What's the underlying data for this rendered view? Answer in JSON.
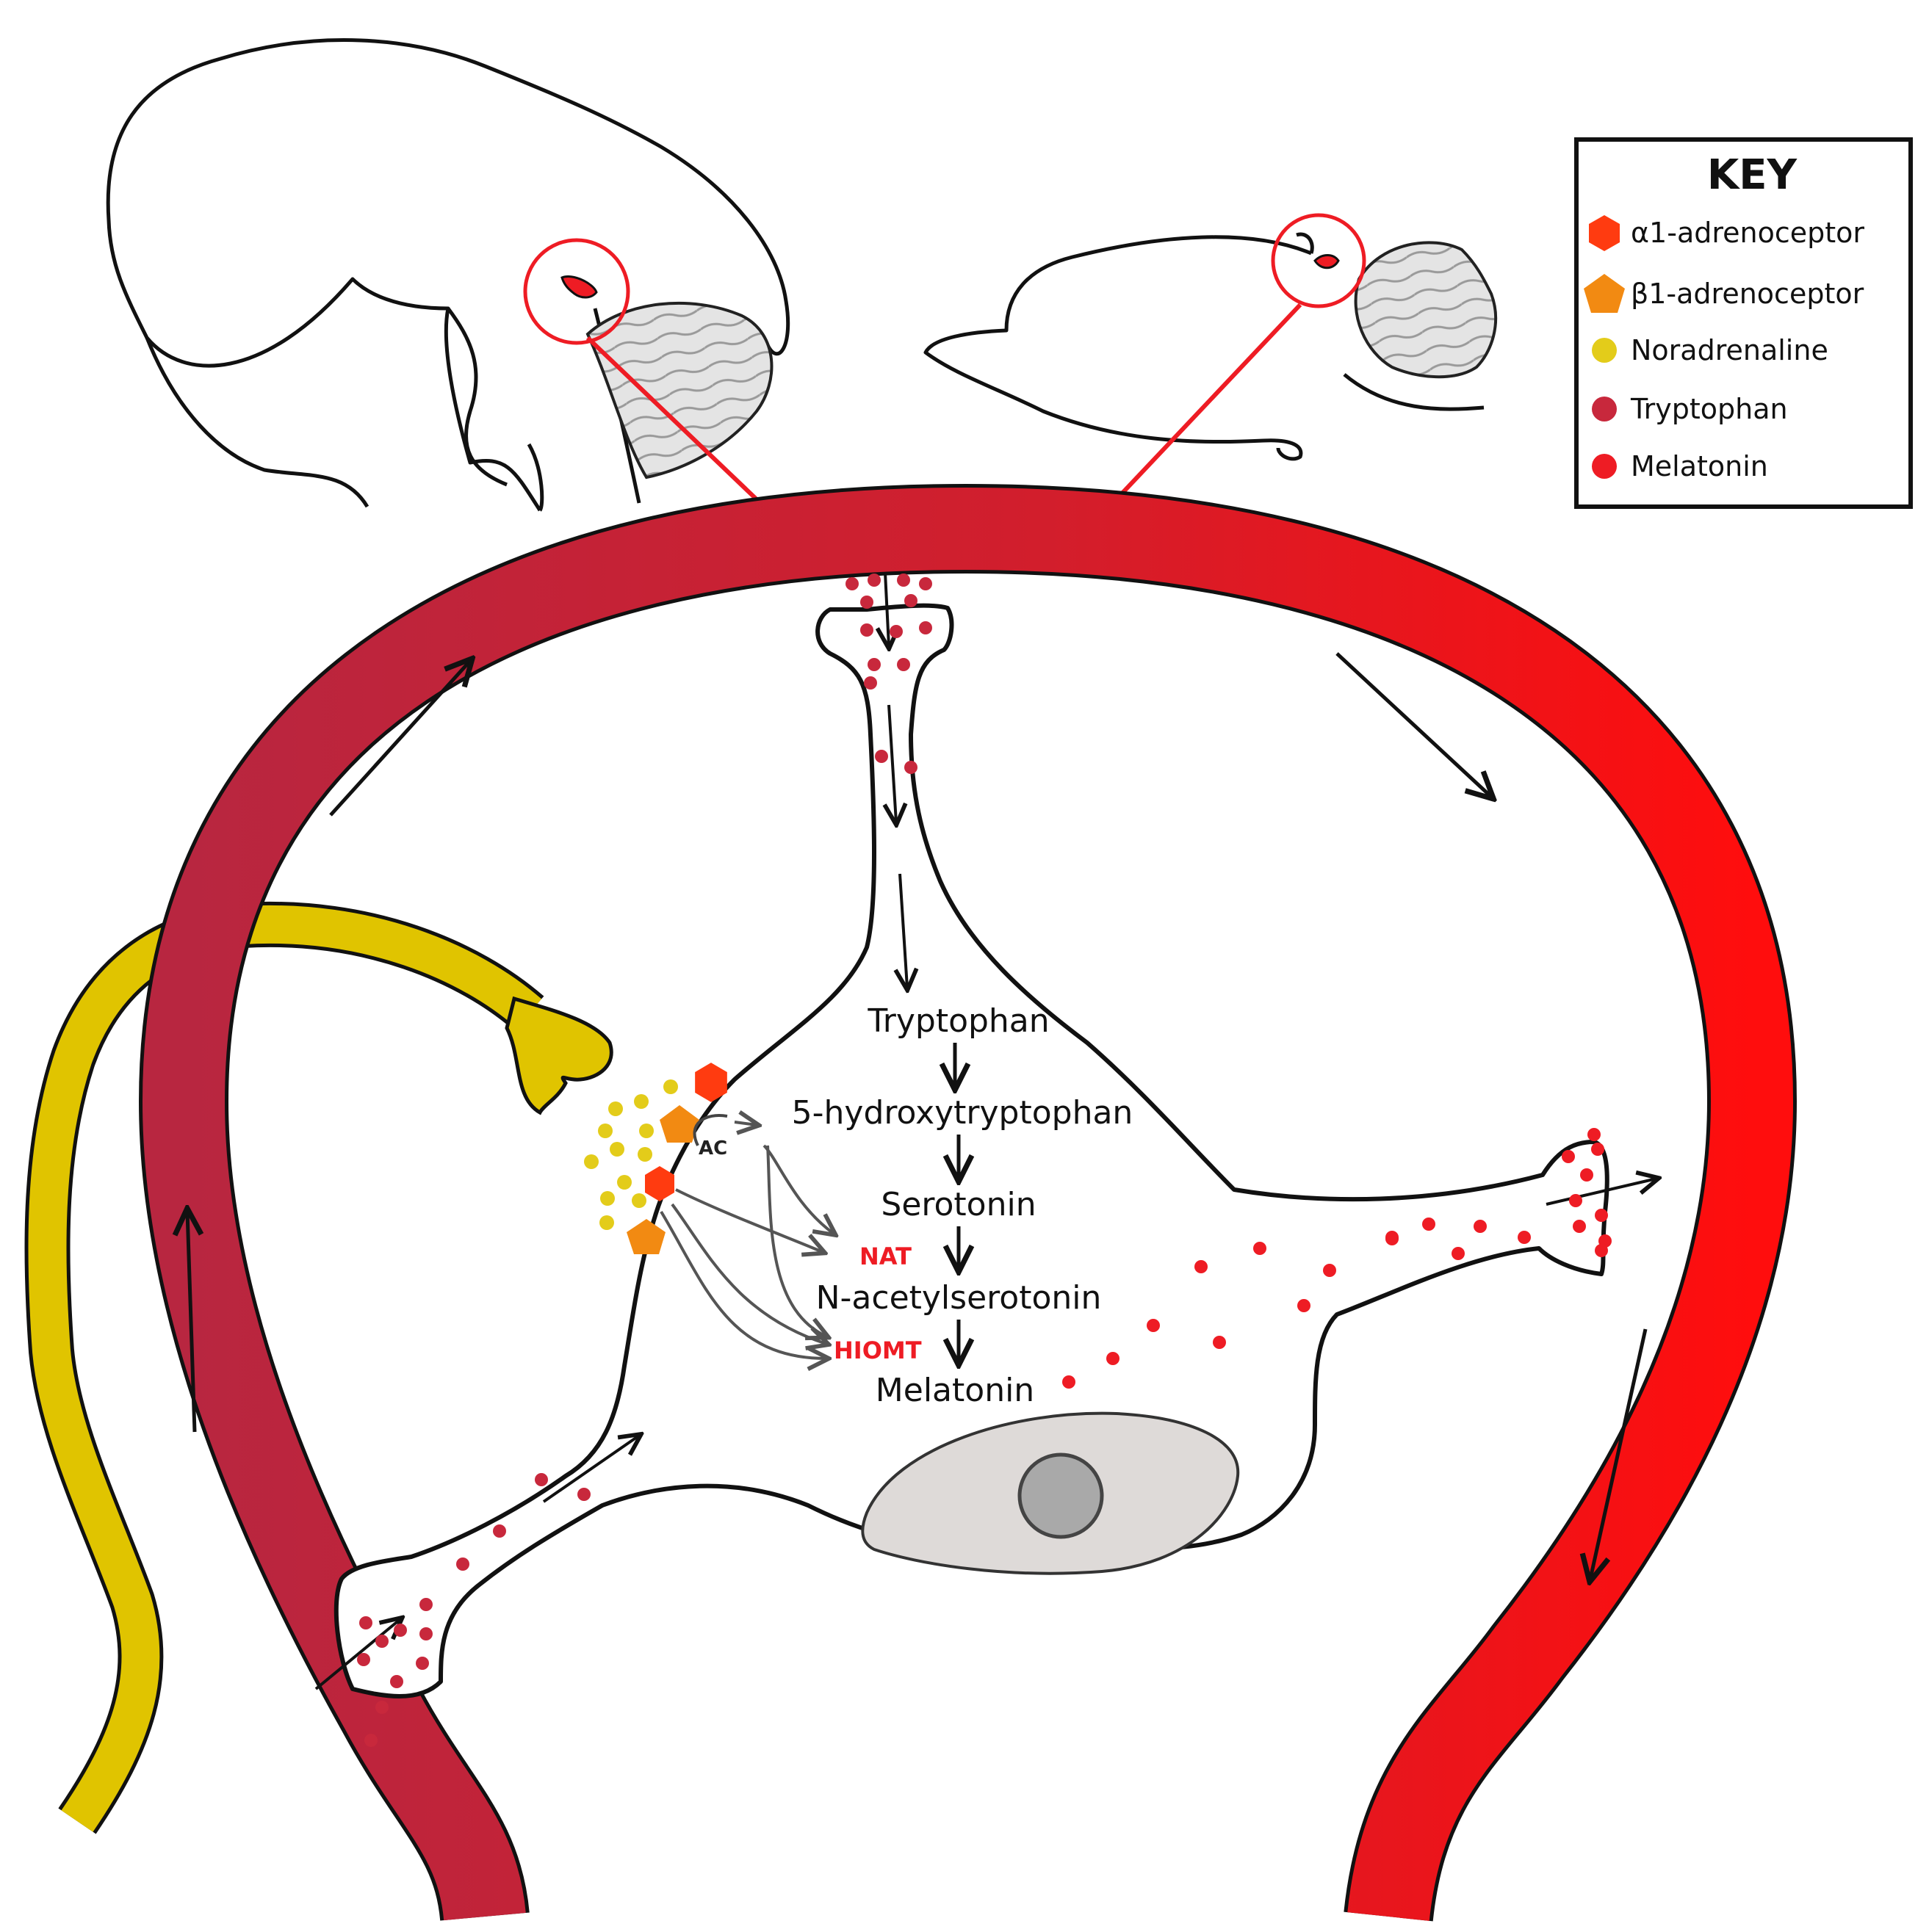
{
  "colors": {
    "vessel_dark": "#c0243a",
    "vessel_bright": "#ff1010",
    "nerve": "#e0c400",
    "alpha1": "#ff3b10",
    "beta1": "#f28a12",
    "noradrenaline": "#e3cc1a",
    "tryptophan": "#c8283c",
    "melatonin": "#ee1c24",
    "enzyme": "#ee1c24",
    "nucleus_outer": "#dedad8",
    "nucleus_inner": "#a9a9a9"
  },
  "key": {
    "title": "KEY",
    "items": [
      {
        "label": "α1-adrenoceptor",
        "symbol": "hexagon",
        "color": "#ff3b10"
      },
      {
        "label": "β1-adrenoceptor",
        "symbol": "pentagon",
        "color": "#f28a12"
      },
      {
        "label": "Noradrenaline",
        "symbol": "dot",
        "color": "#e3cc1a"
      },
      {
        "label": "Tryptophan",
        "symbol": "dot",
        "color": "#c8283c"
      },
      {
        "label": "Melatonin",
        "symbol": "dot",
        "color": "#ee1c24"
      }
    ]
  },
  "pathway": {
    "steps": [
      "Tryptophan",
      "5-hydroxytryptophan",
      "Serotonin",
      "N-acetylserotonin",
      "Melatonin"
    ],
    "enzymes": {
      "nat": "NAT",
      "hiomt": "HIOMT"
    }
  },
  "ac_label": "AC"
}
